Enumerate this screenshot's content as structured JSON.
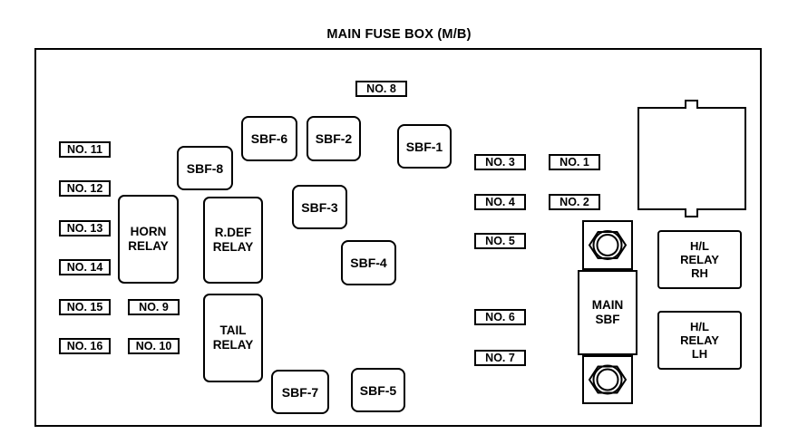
{
  "title": "MAIN FUSE BOX (M/B)",
  "colors": {
    "line": "#000000",
    "background": "#ffffff"
  },
  "fuse_slots": {
    "no1": "NO. 1",
    "no2": "NO. 2",
    "no3": "NO. 3",
    "no4": "NO. 4",
    "no5": "NO. 5",
    "no6": "NO. 6",
    "no7": "NO. 7",
    "no8": "NO. 8",
    "no9": "NO. 9",
    "no10": "NO. 10",
    "no11": "NO. 11",
    "no12": "NO. 12",
    "no13": "NO. 13",
    "no14": "NO. 14",
    "no15": "NO. 15",
    "no16": "NO. 16"
  },
  "sbf_fuses": {
    "sbf1": "SBF-1",
    "sbf2": "SBF-2",
    "sbf3": "SBF-3",
    "sbf4": "SBF-4",
    "sbf5": "SBF-5",
    "sbf6": "SBF-6",
    "sbf7": "SBF-7",
    "sbf8": "SBF-8"
  },
  "relays": {
    "horn": {
      "line1": "HORN",
      "line2": "RELAY"
    },
    "rdef": {
      "line1": "R.DEF",
      "line2": "RELAY"
    },
    "tail": {
      "line1": "TAIL",
      "line2": "RELAY"
    },
    "hl_rh": {
      "line1": "H/L",
      "line2": "RELAY",
      "line3": "RH"
    },
    "hl_lh": {
      "line1": "H/L",
      "line2": "RELAY",
      "line3": "LH"
    }
  },
  "main_sbf": {
    "line1": "MAIN",
    "line2": "SBF"
  }
}
